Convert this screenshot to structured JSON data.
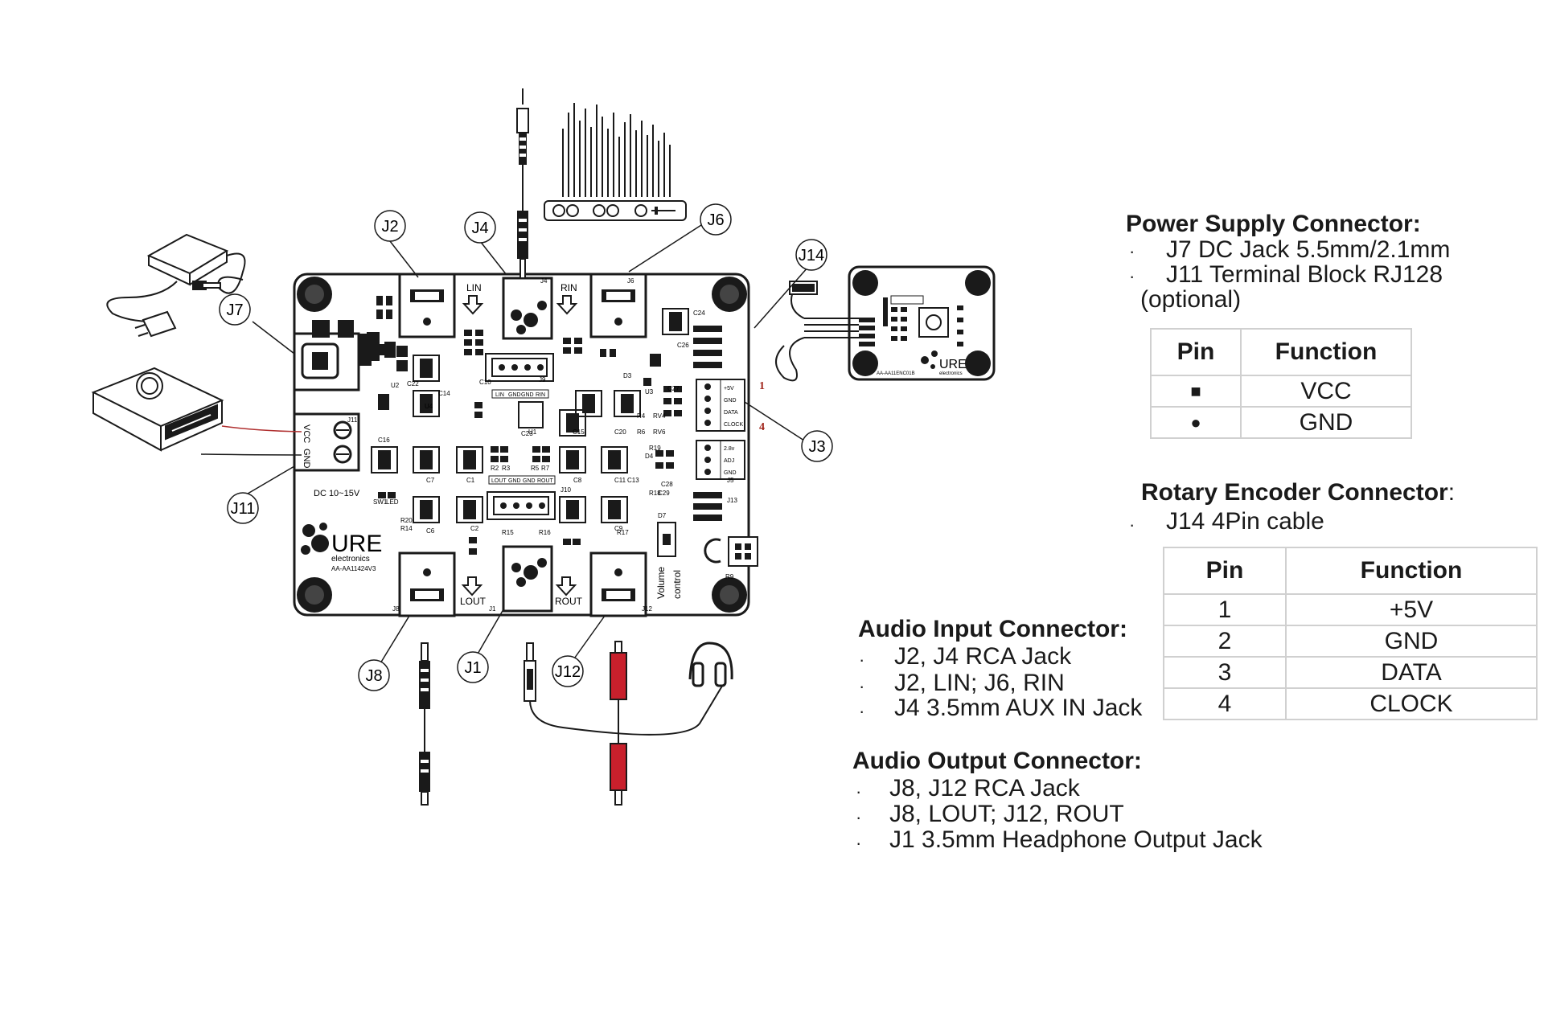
{
  "callouts": [
    "J2",
    "J4",
    "J6",
    "J14",
    "J7",
    "J3",
    "J11",
    "J8",
    "J1",
    "J12"
  ],
  "pin_numbers": [
    "1",
    "4"
  ],
  "board": {
    "silk": {
      "lin": "LIN",
      "rin": "RIN",
      "lout": "LOUT",
      "rout": "ROUT",
      "dc": "DC 10~15V",
      "vcc": "VCC",
      "gnd": "GND",
      "brand": "URE",
      "brand_sub": "electronics",
      "model": "AA-AA11424V3",
      "volume": "Volume",
      "control": "control",
      "j3_pins": [
        "+5V",
        "GND",
        "DATA",
        "CLOCK"
      ],
      "j5_pins": [
        "2.8v",
        "ADJ",
        "GND"
      ],
      "in_header": [
        "LIN",
        "GND",
        "GND",
        "RIN"
      ],
      "out_header": [
        "LOUT",
        "GND",
        "GND",
        "ROUT"
      ]
    },
    "labels": [
      "C16",
      "C7",
      "C1",
      "C6",
      "C2",
      "C8",
      "C11",
      "C15",
      "C20",
      "C13",
      "C9",
      "C10",
      "C14",
      "C22",
      "C23",
      "C24",
      "C26",
      "C27",
      "C28",
      "C29",
      "R2",
      "R3",
      "R5",
      "R7",
      "R14",
      "R15",
      "R16",
      "R17",
      "R18",
      "R19",
      "R4",
      "RV4",
      "R6",
      "RV6",
      "J4",
      "J6",
      "J9",
      "J10",
      "J11",
      "J13",
      "J5",
      "J1",
      "J8",
      "J12",
      "U1",
      "U2",
      "U3",
      "U4",
      "D3",
      "D4",
      "D7",
      "SW1",
      "LED",
      "R20",
      "R9"
    ]
  },
  "encoder_board": {
    "brand": "URE",
    "brand_sub": "electronics",
    "model": "AA-AA11ENC01B"
  },
  "power": {
    "title": "Power Supply Connector:",
    "items": [
      "J7 DC Jack 5.5mm/2.1mm",
      "J11 Terminal Block RJ128"
    ],
    "note": "(optional)",
    "table": {
      "headers": [
        "Pin",
        "Function"
      ],
      "rows": [
        [
          "■",
          "VCC"
        ],
        [
          "●",
          "GND"
        ]
      ]
    }
  },
  "encoder": {
    "title": "Rotary Encoder Connector",
    "colon": ":",
    "items": [
      "J14 4Pin cable"
    ],
    "table": {
      "headers": [
        "Pin",
        "Function"
      ],
      "rows": [
        [
          "1",
          "+5V"
        ],
        [
          "2",
          "GND"
        ],
        [
          "3",
          "DATA"
        ],
        [
          "4",
          "CLOCK"
        ]
      ]
    }
  },
  "audio_in": {
    "title": "Audio Input Connector:",
    "items": [
      "J2, J4 RCA Jack",
      "J2, LIN; J6, RIN",
      "J4 3.5mm AUX IN Jack"
    ]
  },
  "audio_out": {
    "title": "Audio Output Connector:",
    "items": [
      "J8, J12 RCA Jack",
      "J8, LOUT; J12, ROUT",
      "J1 3.5mm Headphone Output Jack"
    ]
  },
  "bullet": "·",
  "colors": {
    "ink": "#1a1a1a",
    "pin_red": "#a0251b",
    "rca_red": "#c8202c",
    "wire_red": "#b03030",
    "table_border": "#d0d0d0"
  }
}
